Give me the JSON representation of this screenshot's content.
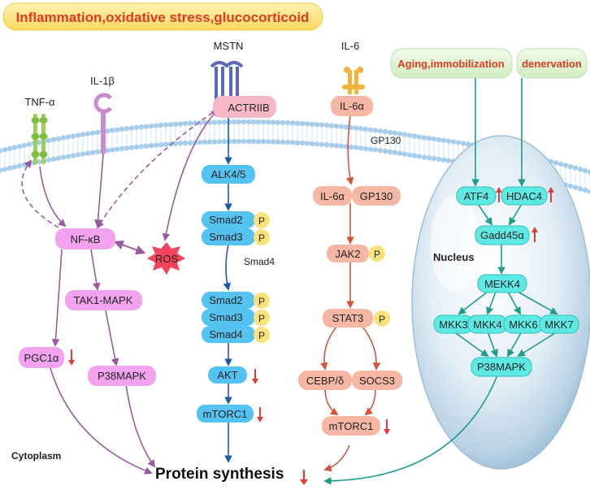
{
  "title": "Inflammation,oxidative stress,glucocorticoid",
  "ligands": {
    "tnf": "TNF-α",
    "il1b": "IL-1β",
    "mstn": "MSTN",
    "il6": "IL-6"
  },
  "stimuli": {
    "aging": "Aging,immobilization",
    "denervation": "denervation"
  },
  "left_path": {
    "nfkb": "NF-κB",
    "ros": "ROS",
    "tak1": "TAK1-MAPK",
    "pgc1a": "PGC1α",
    "p38": "P38MAPK"
  },
  "mstn_path": {
    "receptor": "ACTRIIB",
    "alk": "ALK4/5",
    "smad2": "Smad2",
    "smad3": "Smad3",
    "smad4": "Smad4",
    "smad4_label": "Smad4",
    "p": "P",
    "akt": "AKT",
    "mtorc1": "mTORC1"
  },
  "il6_path": {
    "il6a": "IL-6α",
    "gp130_label": "GP130",
    "il6a_2": "IL-6α",
    "gp130": "GP130",
    "jak2": "JAK2",
    "stat3": "STAT3",
    "cebp": "CEBP/δ",
    "socs3": "SOCS3",
    "mtorc1": "mTORC1"
  },
  "nucleus": {
    "label": "Nucleus",
    "atf4": "ATF4",
    "hdac4": "HDAC4",
    "gadd45a": "Gadd45α",
    "mekk4": "MEKK4",
    "mkk3": "MKK3",
    "mkk4": "MKK4",
    "mkk6": "MKK6",
    "mkk7": "MKK7",
    "p38": "P38MAPK"
  },
  "cytoplasm": "Cytoplasm",
  "output": "Protein synthesis",
  "colors": {
    "pink": "#f2a3ef",
    "blue": "#55c3f2",
    "salmon": "#f6b7a5",
    "teal": "#5fe9e4",
    "yellow": "#fce27a",
    "down_arrow": "#e33b35",
    "purple_arrow": "#9a5a9f",
    "blue_arrow": "#1c5aa8",
    "red_arrow": "#d4553a",
    "teal_arrow": "#1f9b8e"
  }
}
